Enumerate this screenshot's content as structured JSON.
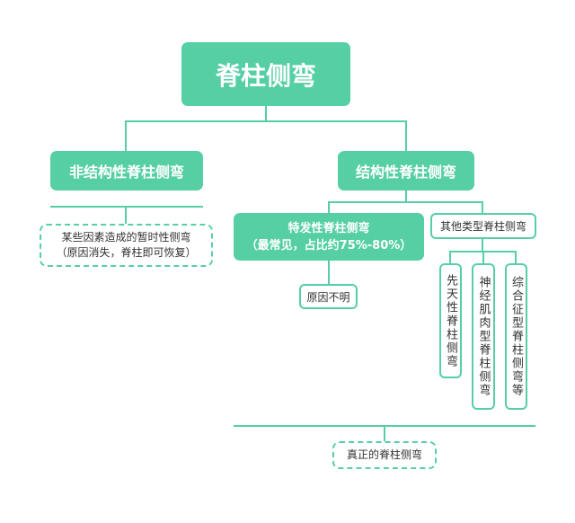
{
  "root": "脊柱侧弯",
  "non_structural": {
    "title": "非结构性脊柱侧弯",
    "note_line1": "某些因素造成的暂时性侧弯",
    "note_line2": "（原因消失，脊柱即可恢复）"
  },
  "structural": {
    "title": "结构性脊柱侧弯",
    "idiopathic_line1": "特发性脊柱侧弯",
    "idiopathic_line2": "（最常见，占比约75%-80%）",
    "idiopathic_cause": "原因不明",
    "other": "其他类型脊柱侧弯",
    "other_types": [
      "先天性脊柱侧弯",
      "神经肌肉型脊柱侧弯",
      "综合征型脊柱侧弯等"
    ]
  },
  "conclusion": "真正的脊柱侧弯",
  "colors": {
    "accent": "#56cfa4"
  }
}
